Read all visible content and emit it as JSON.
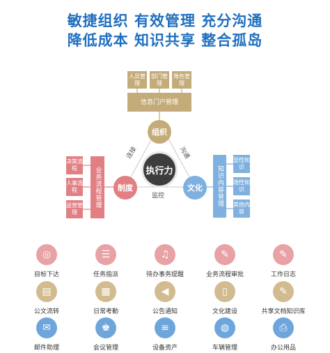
{
  "headlines": {
    "line1": "敏捷组织   有效管理   充分沟通",
    "line2": "降低成本   知识共享   整合孤岛"
  },
  "portal": {
    "modules": [
      "人员管理",
      "部门管理",
      "角色管理"
    ],
    "title": "信息门户管理"
  },
  "triangle": {
    "center": "执行力",
    "top": "组织",
    "left": "制度",
    "right": "文化",
    "edge_left": "连接",
    "edge_right": "沟通",
    "edge_bottom": "监控"
  },
  "process": {
    "items": [
      "决策流程",
      "人事流程",
      "运营管理"
    ],
    "title": "业务流程管理"
  },
  "knowledge": {
    "title": "知识内容管理",
    "items": [
      "显性知识",
      "隐性知识",
      "其他内容"
    ]
  },
  "features": [
    {
      "label": "目标下达",
      "icon": "target-icon",
      "glyph": "◎",
      "color": "#e8a1a4"
    },
    {
      "label": "任务指派",
      "icon": "task-list-icon",
      "glyph": "☰",
      "color": "#e8a1a4"
    },
    {
      "label": "待办事务提醒",
      "icon": "bell-icon",
      "glyph": "♫",
      "color": "#e8a1a4"
    },
    {
      "label": "业务流程审批",
      "icon": "approval-icon",
      "glyph": "✎",
      "color": "#e8a1a4"
    },
    {
      "label": "工作日志",
      "icon": "log-icon",
      "glyph": "✎",
      "color": "#e8a1a4"
    },
    {
      "label": "公文流转",
      "icon": "document-icon",
      "glyph": "▤",
      "color": "#d2bb8f"
    },
    {
      "label": "日常考勤",
      "icon": "calendar-icon",
      "glyph": "▦",
      "color": "#d2bb8f"
    },
    {
      "label": "公告通知",
      "icon": "speaker-icon",
      "glyph": "◀",
      "color": "#d2bb8f"
    },
    {
      "label": "文化建设",
      "icon": "book-icon",
      "glyph": "▯",
      "color": "#d2bb8f"
    },
    {
      "label": "共享文档知识库",
      "icon": "shared-docs-icon",
      "glyph": "✎",
      "color": "#d2bb8f"
    },
    {
      "label": "邮件助理",
      "icon": "mail-icon",
      "glyph": "✉",
      "color": "#6ea6dc"
    },
    {
      "label": "会议管理",
      "icon": "meeting-icon",
      "glyph": "♚",
      "color": "#6ea6dc"
    },
    {
      "label": "设备资产",
      "icon": "database-icon",
      "glyph": "≡",
      "color": "#6ea6dc"
    },
    {
      "label": "车辆管理",
      "icon": "car-icon",
      "glyph": "◍",
      "color": "#6ea6dc"
    },
    {
      "label": "办公用品",
      "icon": "printer-icon",
      "glyph": "⎙",
      "color": "#6ea6dc"
    }
  ]
}
